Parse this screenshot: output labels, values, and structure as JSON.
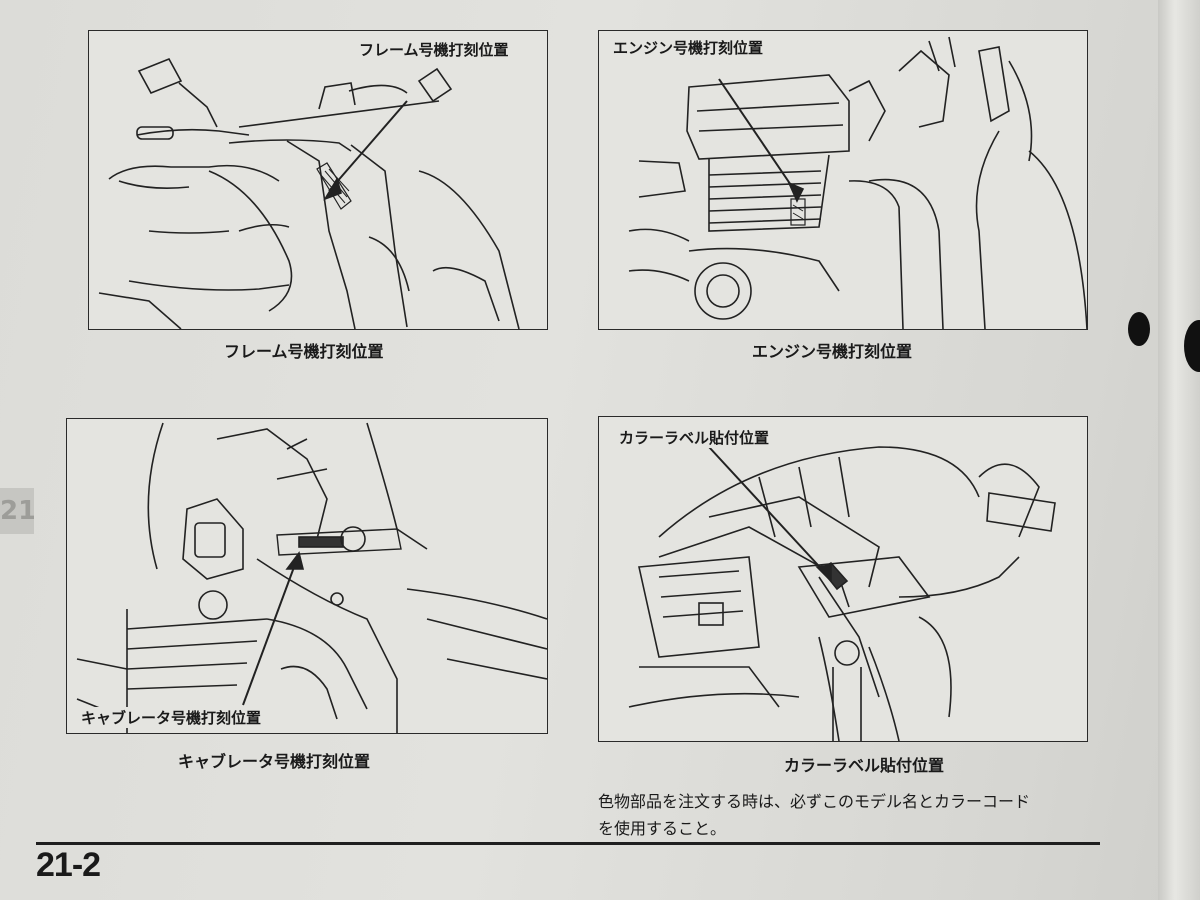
{
  "diagrams": [
    {
      "callout": "フレーム号機打刻位置",
      "caption": "フレーム号機打刻位置"
    },
    {
      "callout": "エンジン号機打刻位置",
      "caption": "エンジン号機打刻位置"
    },
    {
      "callout": "キャブレータ号機打刻位置",
      "caption": "キャブレータ号機打刻位置"
    },
    {
      "callout": "カラーラベル貼付位置",
      "caption": "カラーラベル貼付位置"
    }
  ],
  "note_line1": "色物部品を注文する時は、必ずこのモデル名とカラーコード",
  "note_line2": "を使用すること。",
  "page_number": "21-2",
  "tab_text": "21"
}
